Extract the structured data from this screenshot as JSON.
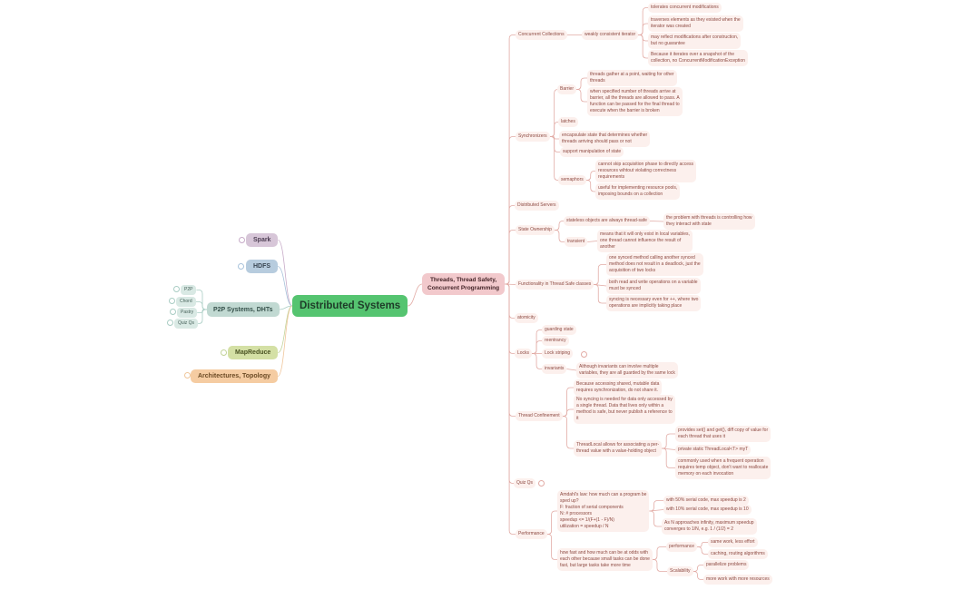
{
  "palette": {
    "pink": "#e2aba5",
    "purple": "#c7abc8",
    "blue": "#a8c2db",
    "teal": "#a9cdc4",
    "green": "#c2d399",
    "orange": "#efc69b"
  },
  "nodes": {
    "central": {
      "text": "Distributed Systems"
    },
    "r0": {
      "text": "Threads, Thread Safety,\nConcurrent Programming"
    },
    "spark": {
      "text": "Spark"
    },
    "hdfs": {
      "text": "HDFS"
    },
    "p2pm": {
      "text": "P2P Systems, DHTs"
    },
    "p2p": {
      "text": "P2P"
    },
    "chord": {
      "text": "Chord"
    },
    "pastry": {
      "text": "Pastry"
    },
    "quizl": {
      "text": "Quiz Qs"
    },
    "mapr": {
      "text": "MapReduce"
    },
    "arch": {
      "text": "Architectures, Topology"
    },
    "cc": {
      "text": "Concurrent Collections"
    },
    "wci": {
      "text": "weakly consistent iterator"
    },
    "cc1": {
      "text": "tolerates concurrent modifications"
    },
    "cc2": {
      "text": "traverses elements as they existed when the\niterator was created"
    },
    "cc3": {
      "text": "may reflect modifications after construction,\nbut no guarantee"
    },
    "cc4": {
      "text": "Because it iterates over a snapshot of the\ncollection, no ConcurrentModificationException"
    },
    "sync": {
      "text": "Synchronizers"
    },
    "barrier": {
      "text": "Barrier"
    },
    "b1": {
      "text": "threads gather at a point, waiting for other\nthreads"
    },
    "b2": {
      "text": "when specified number of threads arrive at\nbarrier, all the threads are allowed to pass. A\nfunction can be passed for the final thread to\nexecute when the barrier is broken"
    },
    "latches": {
      "text": "latches"
    },
    "l1": {
      "text": "encapsulate state that determines whether\nthreads arriving should pass or not"
    },
    "l2": {
      "text": "support manipulation of state"
    },
    "semaphors": {
      "text": "semaphors"
    },
    "s1": {
      "text": "cannot skip acquisition phase to directly access\nresources wihtout violating correctness\nrequirements"
    },
    "s2": {
      "text": "useful for implementing resource pools,\nimposing bounds on a collection"
    },
    "distsrv": {
      "text": "Distributed Servers"
    },
    "stown": {
      "text": "State Ownership"
    },
    "stateless": {
      "text": "stateless objects are always thread-safe"
    },
    "st1": {
      "text": "the problem with threads is controlling how\nthey interact with state"
    },
    "transient": {
      "text": "transient"
    },
    "tr1": {
      "text": "means that it will only exist in local variables,\none thread cannot influence the result of\nanother"
    },
    "func": {
      "text": "Functionality in Thread Safe classes"
    },
    "f1": {
      "text": "one synced method calling another synced\nmethod does not result in a deadlock, just the\nacquisition of two locks"
    },
    "f2": {
      "text": "both read and write operations on a variable\nmust be synced"
    },
    "f3": {
      "text": "syncing is necessary even for ++, where two\noperations are implicitly taking place"
    },
    "atom": {
      "text": "atomicity"
    },
    "locks": {
      "text": "Locks"
    },
    "guard": {
      "text": "guarding state"
    },
    "reent": {
      "text": "reentrancy"
    },
    "lstrip": {
      "text": "Lock striping"
    },
    "invar": {
      "text": "invariants"
    },
    "inv1": {
      "text": "Although invariants can involve multiple\nvariables, they are all guarded by the same lock"
    },
    "tconf": {
      "text": "Thread Confinement"
    },
    "tc1": {
      "text": "Because accessing shared, mutable data\nrequires synchronization, do not share it."
    },
    "tc2": {
      "text": "No syncing is needed for data only accessed by\na single thread. Data that lives only within a\nmethod is safe, but never publish a reference to\nit"
    },
    "tl": {
      "text": "ThreadLocal allows for associating a per-\nthread value with a value-holding object"
    },
    "tl1": {
      "text": "provides set() and get(), diff copy of value for\neach thread that uses it"
    },
    "tl2": {
      "text": "private static ThreadLocal<T> myT"
    },
    "tl3": {
      "text": "commonly used when a frequent operation\nrequires temp object, don't want to reallocate\nmemory on each invocation"
    },
    "quizr": {
      "text": "Quiz Qs"
    },
    "perf": {
      "text": "Performance"
    },
    "amdahl": {
      "text": "Amdahl's law: how much can a program be\nsped up?\nF: fraction of serial components\nN: # processors\nspeedup <= 1/(F+(1 - F)/N)\nutilization = speedup / N"
    },
    "a1": {
      "text": "with 50% serial code, max speedup is 2"
    },
    "a2": {
      "text": "with 10% serial code, max speedup is 10"
    },
    "a3": {
      "text": "As N approaches infinity, maximum speedup\nconverges to 1/N, e.g. 1 / (1/2) = 2"
    },
    "howfast": {
      "text": "how fast and how much can be at odds with\neach other because small tasks can be done\nfast, but large tasks take more time"
    },
    "perf2": {
      "text": "performance"
    },
    "pw1": {
      "text": "same work, less effort"
    },
    "pw2": {
      "text": "caching, routing algorithms"
    },
    "scal": {
      "text": "Scalability"
    },
    "sc1": {
      "text": "parallelize problems"
    },
    "sc2": {
      "text": "more work with more resources"
    }
  },
  "edges": [
    {
      "from": "central",
      "to": [
        "r0"
      ],
      "color": "pink",
      "style": "curve"
    },
    {
      "from": "central",
      "to": [
        "spark"
      ],
      "color": "purple",
      "style": "curve"
    },
    {
      "from": "central",
      "to": [
        "hdfs"
      ],
      "color": "blue",
      "style": "curve"
    },
    {
      "from": "central",
      "to": [
        "p2pm"
      ],
      "color": "teal",
      "style": "curve"
    },
    {
      "from": "central",
      "to": [
        "mapr"
      ],
      "color": "green",
      "style": "curve"
    },
    {
      "from": "central",
      "to": [
        "arch"
      ],
      "color": "orange",
      "style": "curve"
    },
    {
      "from": "p2pm",
      "to": [
        "p2p",
        "chord",
        "pastry",
        "quizl"
      ],
      "color": "teal"
    },
    {
      "from": "r0",
      "to": [
        "cc",
        "sync",
        "distsrv",
        "stown",
        "func",
        "atom",
        "locks",
        "tconf",
        "quizr",
        "perf"
      ],
      "color": "pink"
    },
    {
      "from": "cc",
      "to": [
        "wci"
      ],
      "color": "pink"
    },
    {
      "from": "wci",
      "to": [
        "cc1",
        "cc2",
        "cc3",
        "cc4"
      ],
      "color": "pink"
    },
    {
      "from": "sync",
      "to": [
        "barrier",
        "latches",
        "l1",
        "l2",
        "semaphors"
      ],
      "color": "pink"
    },
    {
      "from": "barrier",
      "to": [
        "b1",
        "b2"
      ],
      "color": "pink"
    },
    {
      "from": "semaphors",
      "to": [
        "s1",
        "s2"
      ],
      "color": "pink"
    },
    {
      "from": "stown",
      "to": [
        "stateless",
        "transient"
      ],
      "color": "pink"
    },
    {
      "from": "stateless",
      "to": [
        "st1"
      ],
      "color": "pink"
    },
    {
      "from": "transient",
      "to": [
        "tr1"
      ],
      "color": "pink"
    },
    {
      "from": "func",
      "to": [
        "f1",
        "f2",
        "f3"
      ],
      "color": "pink"
    },
    {
      "from": "locks",
      "to": [
        "guard",
        "reent",
        "lstrip",
        "invar"
      ],
      "color": "pink"
    },
    {
      "from": "invar",
      "to": [
        "inv1"
      ],
      "color": "pink"
    },
    {
      "from": "tconf",
      "to": [
        "tc1",
        "tc2",
        "tl"
      ],
      "color": "pink"
    },
    {
      "from": "tl",
      "to": [
        "tl1",
        "tl2",
        "tl3"
      ],
      "color": "pink"
    },
    {
      "from": "perf",
      "to": [
        "amdahl",
        "howfast"
      ],
      "color": "pink"
    },
    {
      "from": "amdahl",
      "to": [
        "a1",
        "a2",
        "a3"
      ],
      "color": "pink"
    },
    {
      "from": "howfast",
      "to": [
        "perf2",
        "scal"
      ],
      "color": "pink"
    },
    {
      "from": "perf2",
      "to": [
        "pw1",
        "pw2"
      ],
      "color": "pink"
    },
    {
      "from": "scal",
      "to": [
        "sc1",
        "sc2"
      ],
      "color": "pink"
    }
  ]
}
